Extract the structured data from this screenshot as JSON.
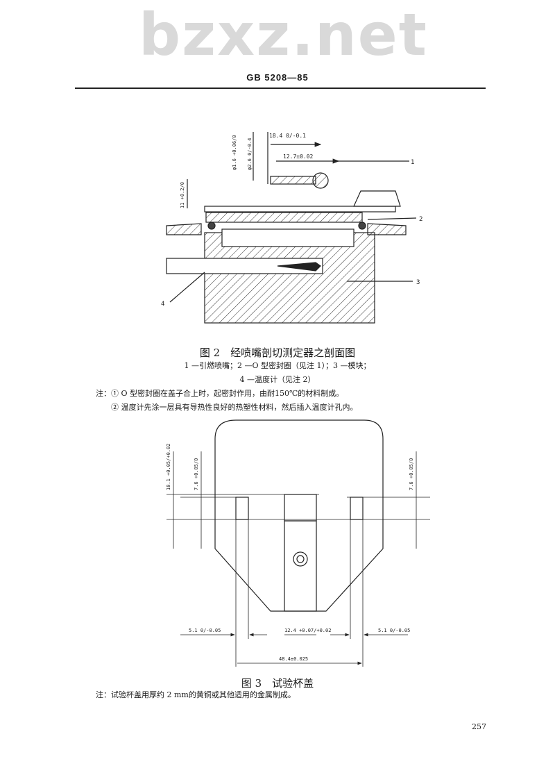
{
  "header": {
    "standard_code": "GB 5208—85"
  },
  "watermark": "bzxz.net",
  "figure2": {
    "dims": {
      "d1": "φ1.6 +0.06/0",
      "d2": "φ2.6 0/-0.4",
      "len1": "18.4 0/-0.1",
      "len2": "12.7±0.02",
      "height": "11 +0.2/0"
    },
    "callouts": [
      "1",
      "2",
      "3",
      "4"
    ],
    "caption": "图 2　经喷嘴剖切测定器之剖面图",
    "legend_line1": "1 —引燃喷嘴；2 —O 型密封圈（见注 1）；3 —模块；",
    "legend_line2": "4 —温度计（见注 2）",
    "note1": "注：① O 型密封圈在盖子合上时，起密封作用，由耐150℃的材料制成。",
    "note2": "② 温度计先涂一层具有导热性良好的热塑性材料，然后插入温度计孔内。"
  },
  "figure3": {
    "dims": {
      "left_height": "10.1 +0.05/+0.02",
      "left_height2": "7.6 +0.05/0",
      "right_height": "7.6 +0.05/0",
      "left_width": "5.1 0/-0.05",
      "center_width": "12.4 +0.07/+0.02",
      "right_width": "5.1 0/-0.05",
      "total_width": "48.4±0.025"
    },
    "caption": "图 3　试验杯盖",
    "note": "注：试验杯盖用厚约 2 mm的黄铜或其他适用的金属制成。"
  },
  "page_number": "257"
}
